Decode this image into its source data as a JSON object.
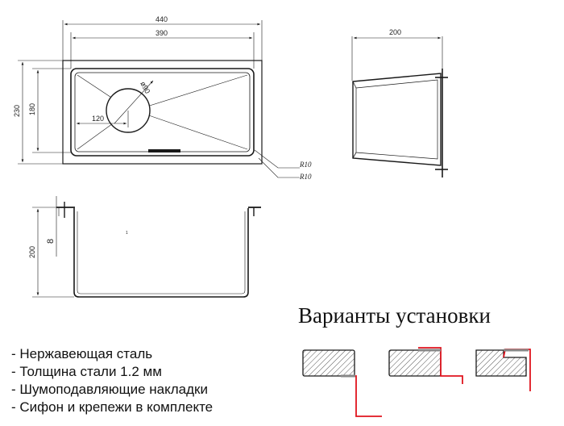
{
  "drawing": {
    "top_view": {
      "width_outer": "440",
      "width_inner": "390",
      "height_outer": "230",
      "height_inner": "180",
      "drain_offset": "120",
      "drain_diameter": "ø90",
      "radius_top": "R10",
      "radius_bottom": "R10"
    },
    "side_view": {
      "depth_width": "200"
    },
    "section_view": {
      "depth": "200",
      "flange": "8"
    },
    "small_mark": "1"
  },
  "install": {
    "title": "Варианты установки",
    "variants": [
      "undermount",
      "flush-mount",
      "top-mount"
    ]
  },
  "features": [
    "- Нержавеющая сталь",
    "- Толщина стали 1.2 мм",
    "- Шумоподавляющие накладки",
    "- Сифон и крепежи в комплекте"
  ],
  "colors": {
    "line": "#1a1a1a",
    "install_outline": "#e0141e",
    "hatch": "#555555"
  }
}
